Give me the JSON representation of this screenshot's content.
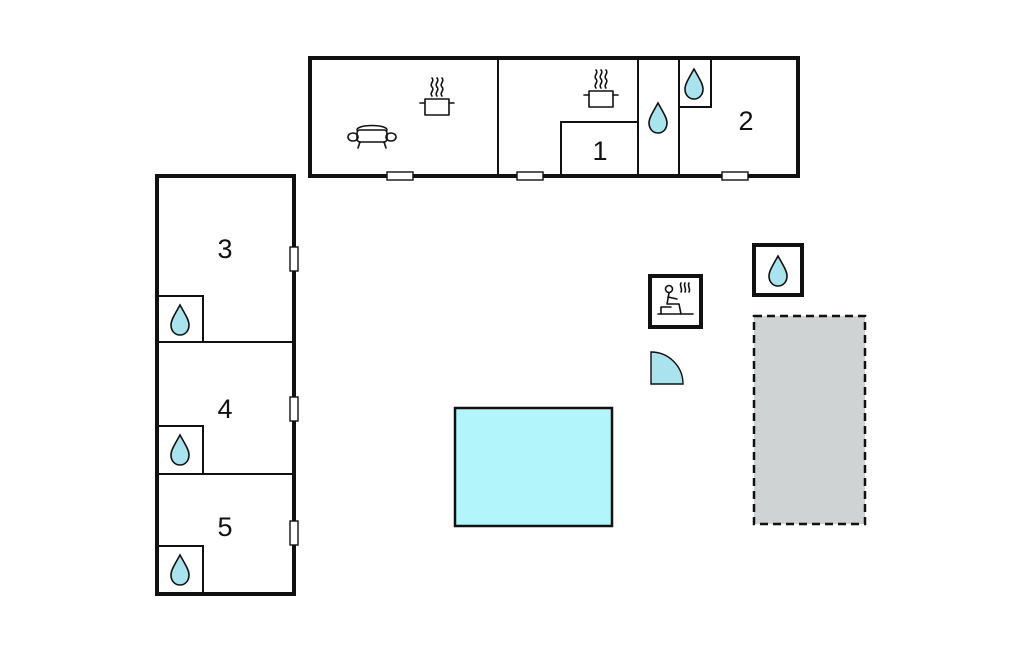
{
  "rooms": {
    "r1": "1",
    "r2": "2",
    "r3": "3",
    "r4": "4",
    "r5": "5"
  },
  "icons": {
    "bathroom": "water-drop-icon",
    "kitchen": "cooking-pot-icon",
    "living": "sofa-icon",
    "sauna": "sauna-icon",
    "door": "door-swing-icon"
  },
  "colors": {
    "water": "#a9e4ee",
    "pool": "#b2f5fb",
    "terrace": "#cfd3d4",
    "walls": "#111111"
  }
}
